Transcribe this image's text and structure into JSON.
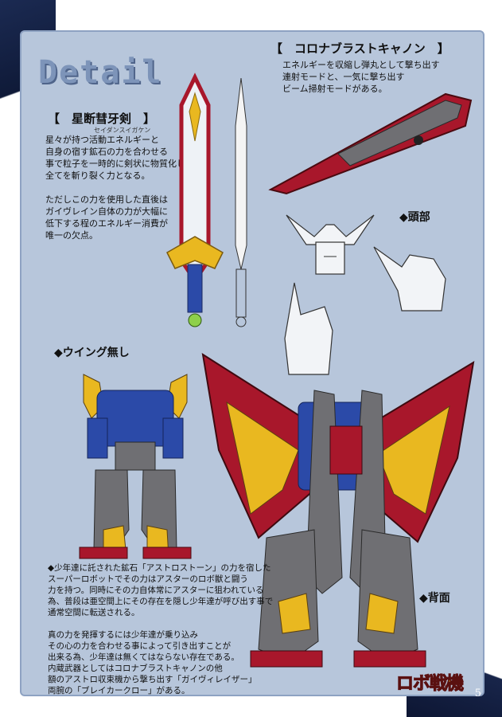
{
  "page": {
    "detail_title": "Detail",
    "page_number": "5",
    "logo_text": "ロボ戦機"
  },
  "sword": {
    "heading": "【　星断彗牙剣　】",
    "ruby": "セイダンスイガケン",
    "text": "星々が持つ活動エネルギーと\n自身の宿す鉱石の力を合わせる\n事で粒子を一時的に剣状に物質化し\n全てを斬り裂く力となる。\n\nただしこの力を使用した直後は\nガイヴレイン自体の力が大幅に\n低下する程のエネルギー消費が\n唯一の欠点。"
  },
  "cannon": {
    "heading": "【　コロナブラストキャノン　】",
    "text": "エネルギーを収縮し弾丸として撃ち出す\n連射モードと、一気に撃ち出す\nビーム掃射モードがある。"
  },
  "labels": {
    "head": "◆頭部",
    "no_wing": "◆ウイング無し",
    "back": "◆背面"
  },
  "story": {
    "text": "◆少年達に託された鉱石「アストロストーン」の力を宿した\nスーパーロボットでその力はアスターのロボ獣と闘う\n力を持つ。同時にその力自体常にアスターに狙われている\n為、普段は亜空間上にその存在を隠し少年達が呼び出す事で\n通常空間に転送される。\n\n真の力を発揮するには少年達が乗り込み\nその心の力を合わせる事によって引き出すことが\n出来る為、少年達は無くてはならない存在である。\n内蔵武器としてはコロナブラストキャノンの他\n額のアストロ収束機から撃ち出す「ガイヴィレイザー」\n両腕の「ブレイカークロー」がある。"
  },
  "colors": {
    "panel": "#b7c6db",
    "robot_red": "#a8172b",
    "robot_yellow": "#e9b820",
    "robot_blue": "#2b4aa8",
    "robot_gray": "#6f6f73"
  }
}
